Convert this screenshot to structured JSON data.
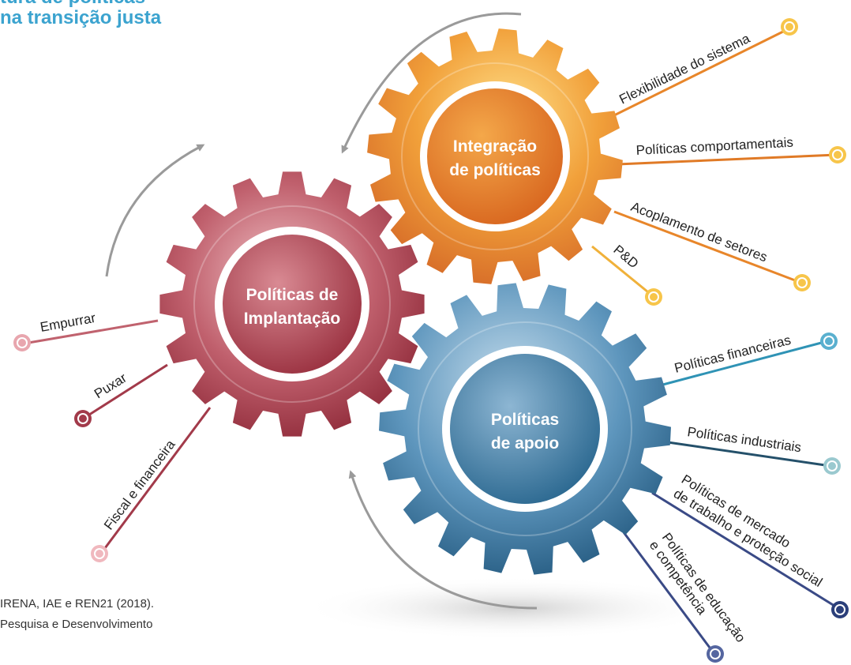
{
  "header": {
    "title_line1": "tura de políticas",
    "title_line2": "na transição justa"
  },
  "source": {
    "line1": "IRENA, IAE e REN21 (2018).",
    "line2": "Pesquisa e Desenvolvimento"
  },
  "gears": {
    "implantacao": {
      "line1": "Políticas de",
      "line2": "Implantação"
    },
    "integracao": {
      "line1": "Integração",
      "line2": "de políticas"
    },
    "apoio": {
      "line1": "Políticas",
      "line2": "de apoio"
    }
  },
  "labels": {
    "empurrar": "Empurrar",
    "puxar": "Puxar",
    "fiscal": "Fiscal e financeira",
    "flexibilidade": "Flexibilidade do sistema",
    "comportamentais": "Políticas comportamentais",
    "acoplamento": "Acoplamento de setores",
    "pd": "P&D",
    "financeiras": "Políticas financeiras",
    "industriais": "Políticas industriais",
    "mercado_line1": "Políticas de mercado",
    "mercado_line2": "de trabalho e proteção social",
    "educacao_line1": "Políticas de educação",
    "educacao_line2": "e competência"
  },
  "colors": {
    "title": "#3ba3cf",
    "red": "#a23a4a",
    "orange": "#e8862a",
    "blue": "#3f7ea8",
    "navy": "#3a4a86",
    "teal": "#2f93b5",
    "arrow": "#9a9a9a"
  }
}
